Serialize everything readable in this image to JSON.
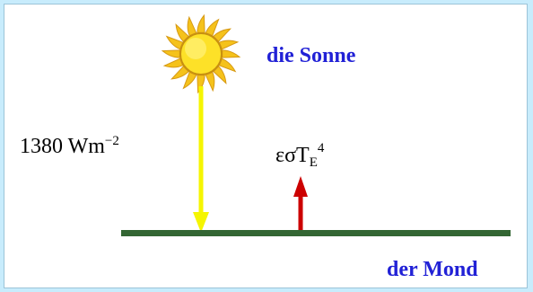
{
  "labels": {
    "sun": "die Sonne",
    "moon": "der Mond",
    "flux_value": "1380 Wm",
    "flux_exponent": "−2",
    "emit_base": "εσT",
    "emit_subscript": "E",
    "emit_exponent": "4"
  },
  "colors": {
    "background": "#c8ecfc",
    "label_blue": "#2121d6",
    "sun_fill": "#fde128",
    "sun_rays": "#f0b020",
    "incoming_arrow": "#f5f500",
    "outgoing_arrow": "#cc0000",
    "ground": "#336633"
  }
}
